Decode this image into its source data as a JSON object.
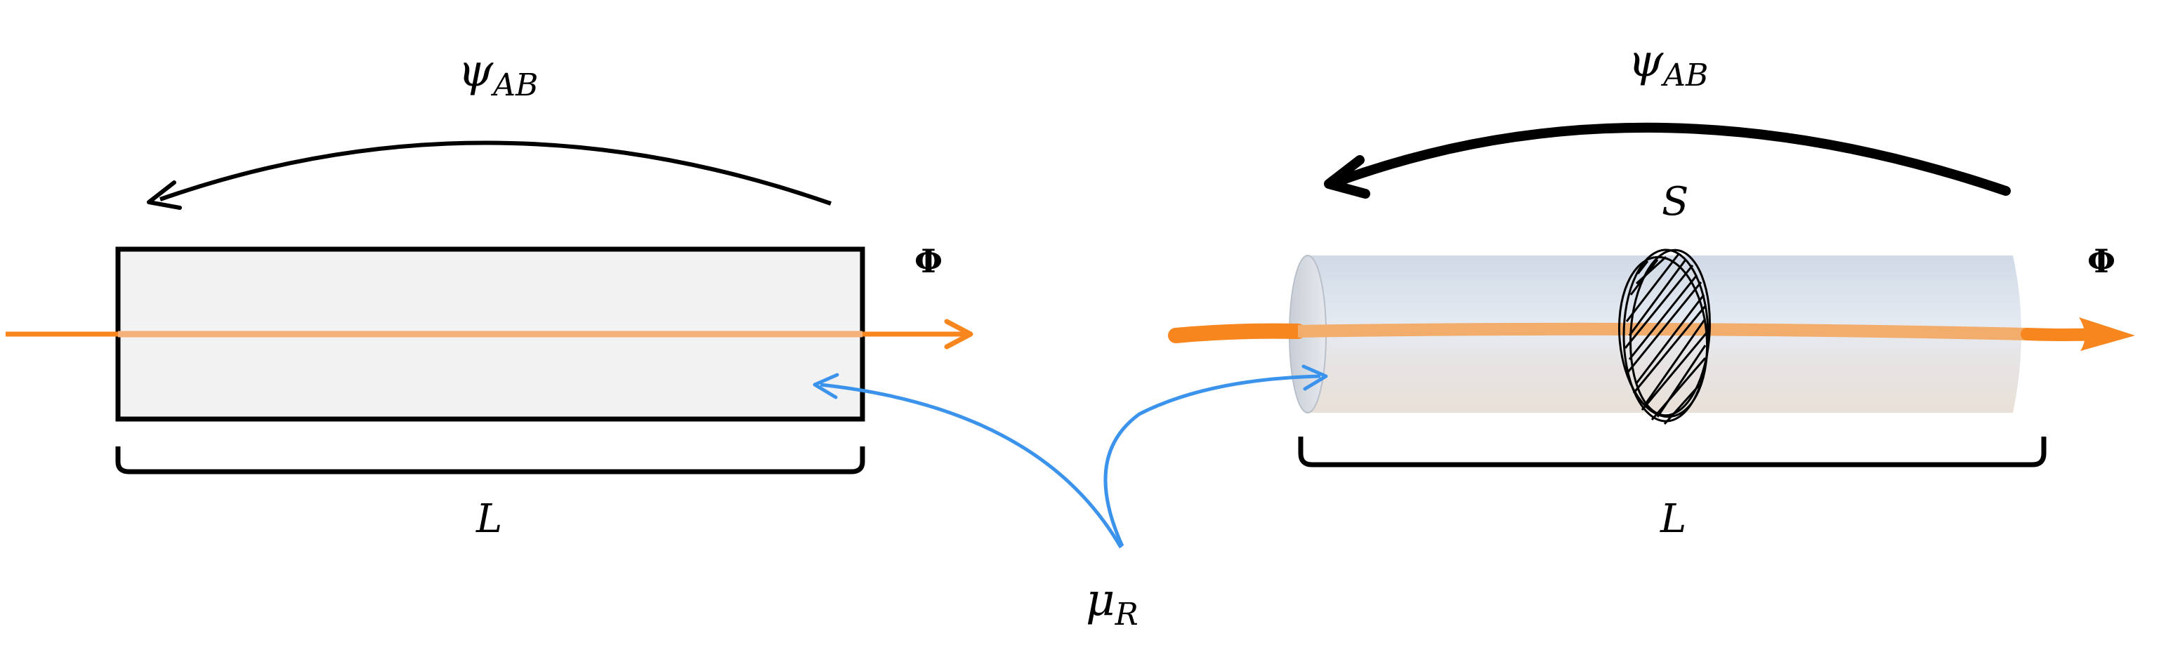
{
  "left_panel": {
    "psi_symbol": "ψ",
    "psi_subscript": "AB",
    "phi_label": "Φ",
    "length_label": "L"
  },
  "right_panel": {
    "psi_symbol": "ψ",
    "psi_subscript": "AB",
    "surface_label": "S",
    "phi_label": "Φ",
    "length_label": "L"
  },
  "shared": {
    "mu_symbol": "μ",
    "mu_subscript": "R"
  },
  "colors": {
    "flux_orange": "#f7861f",
    "flux_light": "#f4b27a",
    "pointer_blue": "#3b93ec",
    "box_fill": "#f2f2f2",
    "ink": "#000000"
  }
}
